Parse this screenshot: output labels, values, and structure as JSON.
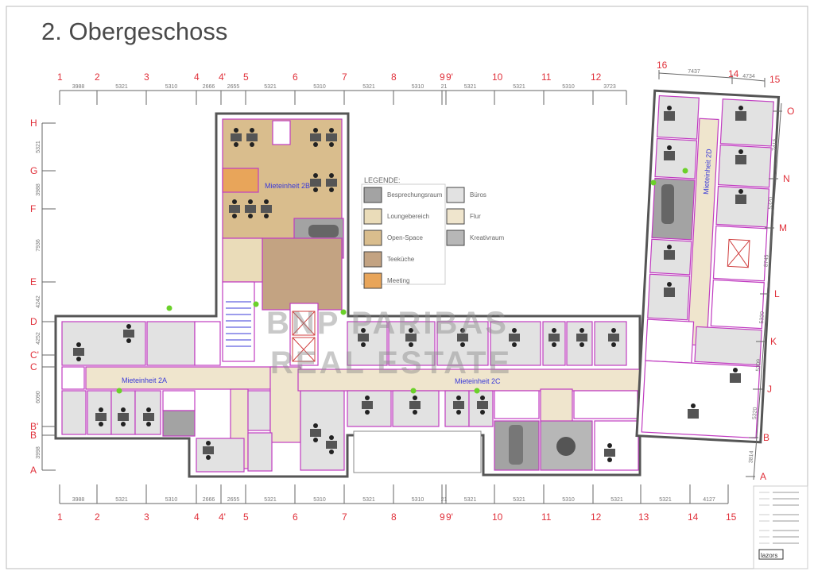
{
  "title": "2. Obergeschoss",
  "axes": {
    "top_labels": [
      "1",
      "2",
      "3",
      "4",
      "4'",
      "5",
      "6",
      "7",
      "8",
      "9",
      "9'",
      "10",
      "11",
      "12"
    ],
    "top_dims": [
      "3988",
      "5321",
      "5310",
      "2666",
      "2655",
      "5321",
      "5310",
      "5321",
      "5310",
      "21",
      "5321",
      "5321",
      "5310",
      "3723"
    ],
    "bottom_labels": [
      "1",
      "2",
      "3",
      "4",
      "4'",
      "5",
      "6",
      "7",
      "8",
      "9",
      "9'",
      "10",
      "11",
      "12",
      "13",
      "14",
      "15"
    ],
    "bottom_dims": [
      "3988",
      "5321",
      "5310",
      "2666",
      "2655",
      "5321",
      "5310",
      "5321",
      "5310",
      "21",
      "5321",
      "5321",
      "5310",
      "5321",
      "5321",
      "4127"
    ],
    "left_labels": [
      "H",
      "G",
      "F",
      "E",
      "D",
      "C'",
      "C",
      "B'",
      "B",
      "A"
    ],
    "left_dims": [
      "5321",
      "3988",
      "7936",
      "4242",
      "4252",
      "6090",
      "3998"
    ],
    "right_labels": [
      "O",
      "N",
      "M",
      "L",
      "K",
      "J",
      "B",
      "A"
    ],
    "right_dims": [
      "7415",
      "5320",
      "8745",
      "5320",
      "5309",
      "5320",
      "3814"
    ],
    "wing_labels": [
      "16",
      "14",
      "15"
    ],
    "wing_dims": [
      "7437",
      "4734"
    ]
  },
  "units": {
    "unit_2a": "Mieteinheit 2A",
    "unit_2b": "Mieteinheit 2B",
    "unit_2c": "Mieteinheit 2C",
    "unit_2d": "Mieteinheit 2D"
  },
  "legend": {
    "heading": "LEGENDE:",
    "items": [
      {
        "label": "Besprechungsraum",
        "color": "#a3a3a3"
      },
      {
        "label": "Loungebereich",
        "color": "#eadcb9"
      },
      {
        "label": "Open-Space",
        "color": "#d9bd8d"
      },
      {
        "label": "Teeküche",
        "color": "#c3a382"
      },
      {
        "label": "Meeting",
        "color": "#e8a55a"
      },
      {
        "label": "Büros",
        "color": "#e2e2e2"
      },
      {
        "label": "Flur",
        "color": "#efe5cd"
      },
      {
        "label": "Kreativraum",
        "color": "#b7b7b7"
      }
    ]
  },
  "watermark": {
    "line1": "BNP PARIBAS",
    "line2": "REAL ESTATE"
  },
  "title_block": {
    "logo": "lazors"
  },
  "colors": {
    "axis": "#e0303a",
    "unit_border": "#c03cc0",
    "wall": "#555555",
    "unit_label": "#3a3ad8"
  }
}
